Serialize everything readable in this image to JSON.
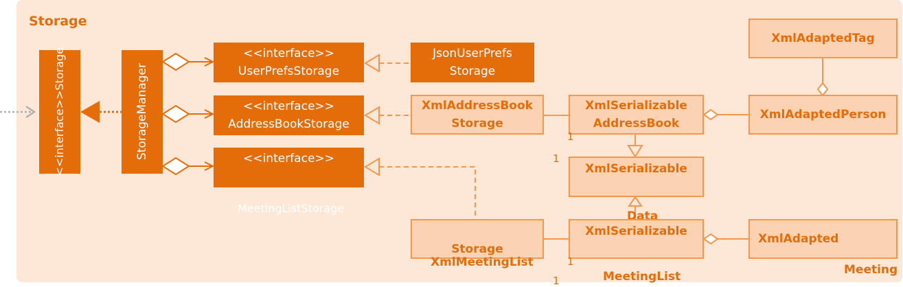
{
  "package": {
    "title": "Storage"
  },
  "boxes": {
    "storage": {
      "line1": "<<interface>>",
      "line2": "Storage"
    },
    "storage_manager": {
      "label": "StorageManager"
    },
    "user_prefs_storage": {
      "line1": "<<interface>>",
      "line2": "UserPrefsStorage"
    },
    "address_book_storage": {
      "line1": "<<interface>>",
      "line2": "AddressBookStorage"
    },
    "meeting_list_storage": {
      "line1": "<<interface>>",
      "below": "MeetingListStorage"
    },
    "json_user_prefs_storage": {
      "line1": "JsonUserPrefs",
      "line2": "Storage"
    },
    "xml_address_book_storage": {
      "line1": "XmlAddressBook",
      "line2": "Storage"
    },
    "xml_serializable_address_book": {
      "line1": "XmlSerializable",
      "line2": "AddressBook"
    },
    "xml_serializable_data": {
      "line1": "XmlSerializable",
      "below": "Data"
    },
    "xml_serializable_meeting_list": {
      "line1": "XmlSerializable",
      "below": "MeetingList"
    },
    "xml_meeting_list_storage": {
      "line1": "Storage",
      "below": "XmlMeetingList"
    },
    "xml_adapted_tag": {
      "label": "XmlAdaptedTag"
    },
    "xml_adapted_person": {
      "label": "XmlAdaptedPerson"
    },
    "xml_adapted_meeting": {
      "label": "XmlAdapted",
      "below": "Meeting"
    }
  },
  "multiplicities": [
    "1",
    "1",
    "1",
    "1"
  ],
  "colors": {
    "background": "#fde8d7",
    "dark_fill": "#e46d0a",
    "light_fill": "#fcd3b2",
    "light_border": "#f5964b",
    "accent_text": "#e46d0a",
    "external_arrow": "#b0b0b0"
  }
}
